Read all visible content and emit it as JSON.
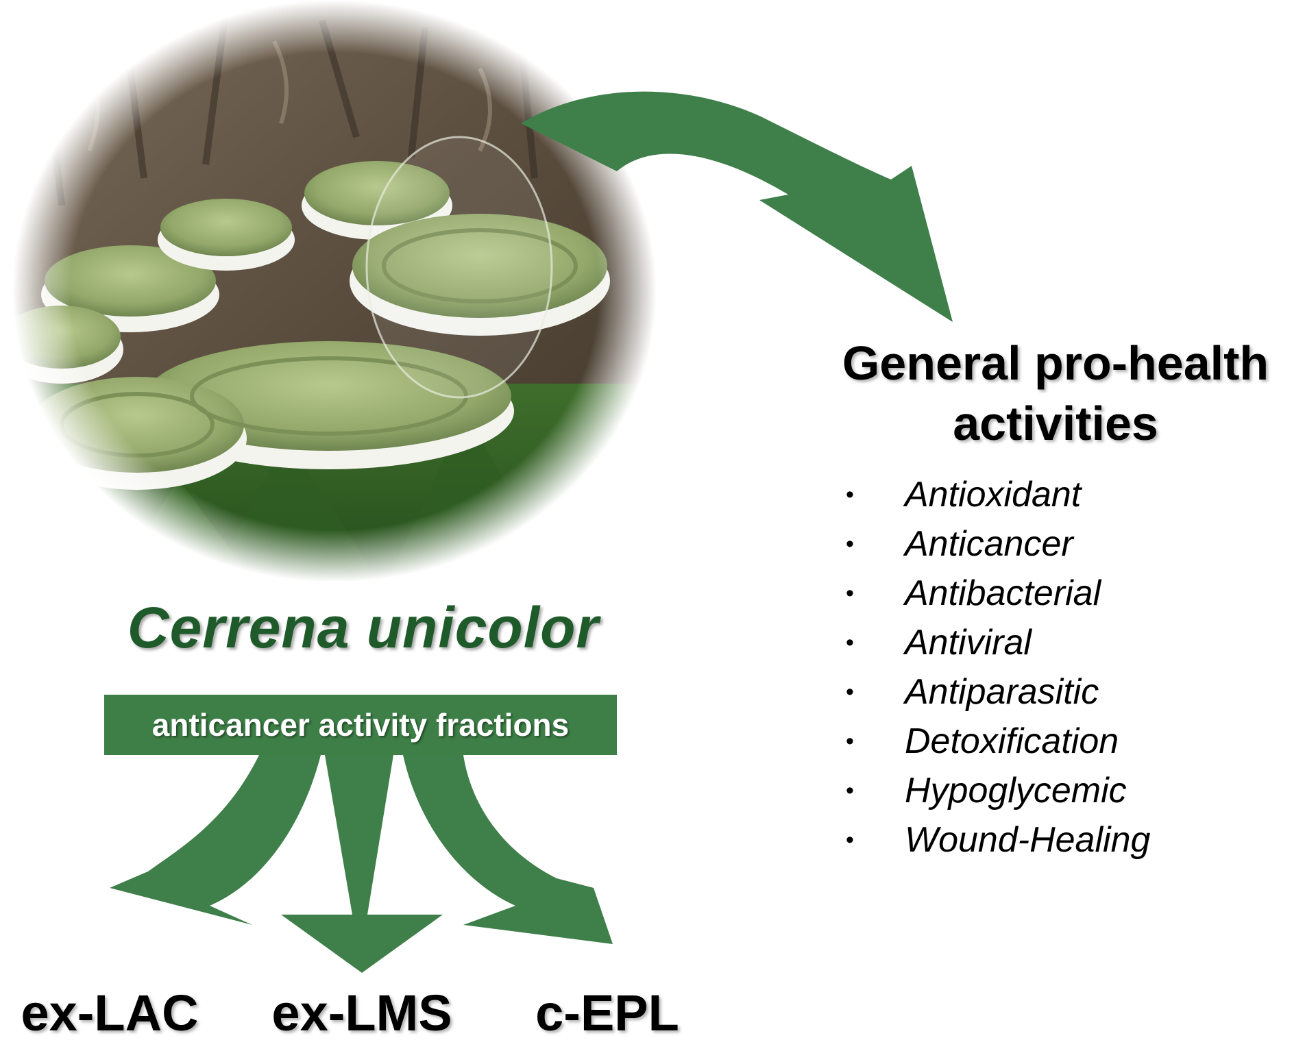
{
  "species_name": "Cerrena unicolor",
  "fractions_label": "anticancer activity fractions",
  "fractions": [
    "ex-LAC",
    "ex-LMS",
    "c-EPL"
  ],
  "pro_health": {
    "title_line1": "General pro-health",
    "title_line2": "activities",
    "bullet": "•",
    "activities": [
      "Antioxidant",
      "Anticancer",
      "Antibacterial",
      "Antiviral",
      "Antiparasitic",
      "Detoxification",
      "Hypoglycemic",
      "Wound-Healing"
    ]
  },
  "colors": {
    "arrow_green": "#3f7f4a",
    "bar_green": "#3d7f47",
    "species_text": "#1f5a2a"
  }
}
